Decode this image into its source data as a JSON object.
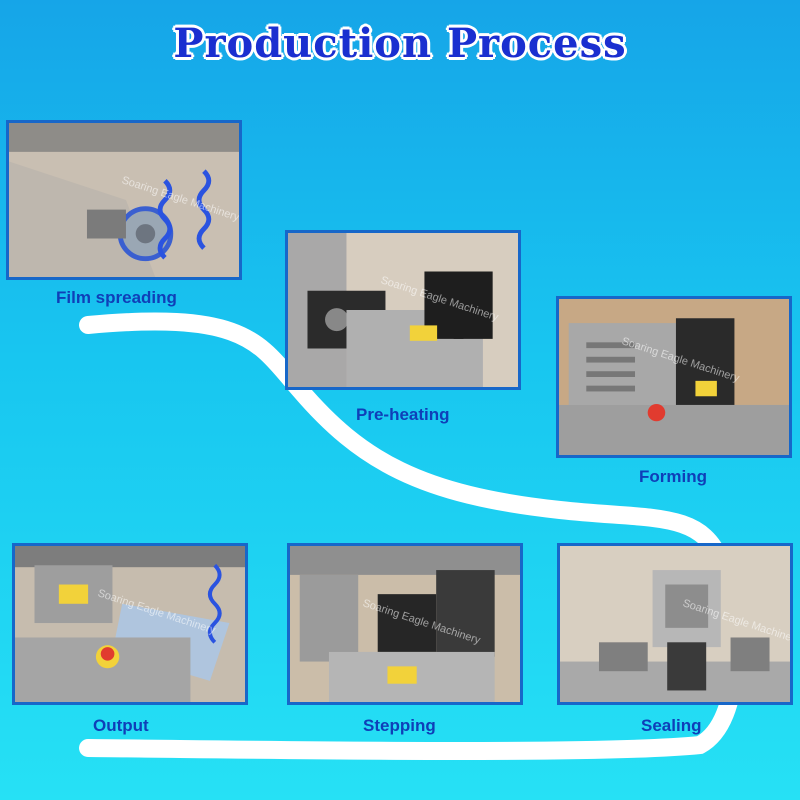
{
  "title": "Production Process",
  "colors": {
    "path": "#ffffff",
    "label": "#0f3fb8",
    "frame": "#1767c9"
  },
  "steps": [
    {
      "label": "Film spreading",
      "watermark": "Soaring Eagle Machinery"
    },
    {
      "label": "Pre-heating",
      "watermark": "Soaring Eagle Machinery"
    },
    {
      "label": "Forming",
      "watermark": "Soaring Eagle Machinery"
    },
    {
      "label": "Sealing",
      "watermark": "Soaring Eagle Machinery"
    },
    {
      "label": "Stepping",
      "watermark": "Soaring Eagle Machinery"
    },
    {
      "label": "Output",
      "watermark": "Soaring Eagle Machinery"
    }
  ]
}
